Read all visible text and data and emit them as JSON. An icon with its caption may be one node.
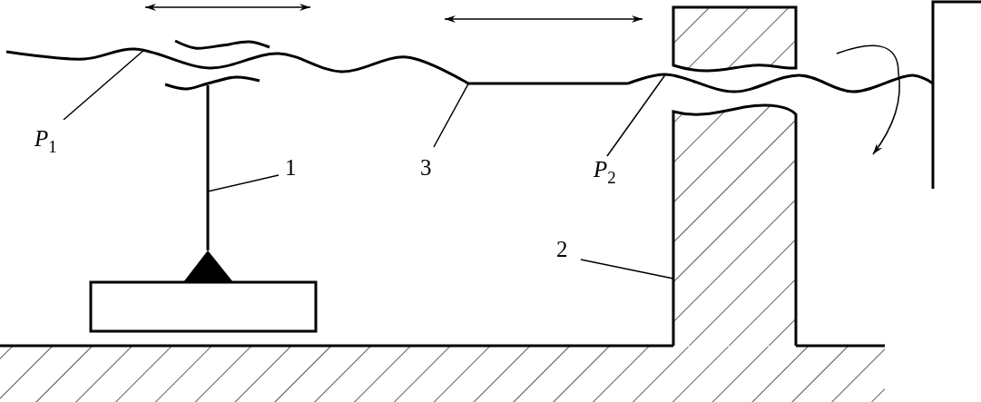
{
  "diagram": {
    "nodes": [
      {
        "text": [
          "*P*$_{1}$"
        ]
      },
      {
        "text": [
          "1"
        ]
      },
      {
        "text": [
          "3"
        ]
      },
      {
        "text": [
          "*P*$_{2}$"
        ]
      },
      {
        "text": [
          "2"
        ]
      },
      {
        "text": [],
        "shape": "line"
      },
      {
        "text": [],
        "shape": "line"
      },
      {
        "text": [],
        "shape": "box"
      }
    ],
    "edges": [
      {
        "from": 0,
        "to": 5,
        "arrow": "none"
      },
      {
        "from": 1,
        "to": 6,
        "arrow": "none"
      },
      {
        "from": 2,
        "to": 5,
        "arrow": "none"
      },
      {
        "from": 3,
        "to": 5,
        "arrow": "none"
      },
      {
        "from": 4,
        "to": 7,
        "arrow": "none"
      }
    ]
  }
}
